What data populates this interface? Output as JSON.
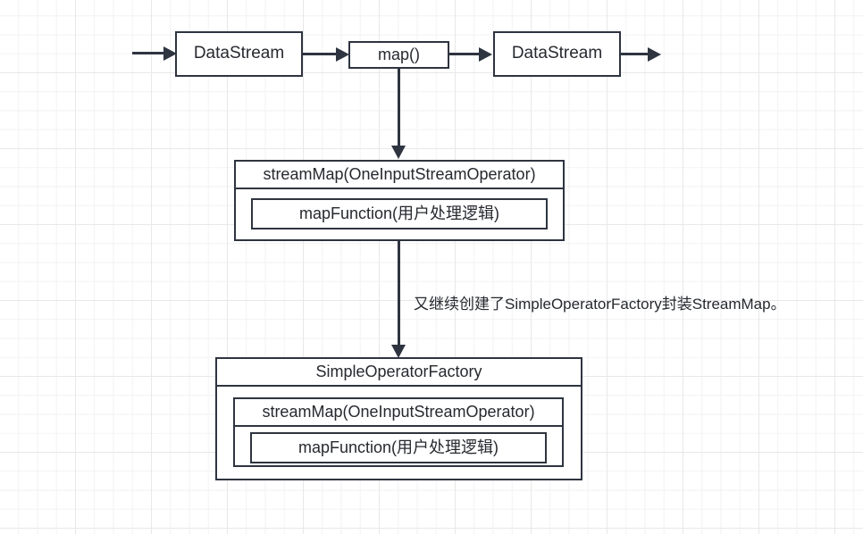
{
  "diagram": {
    "title": "Flink DataStream map() operator wrapping chain",
    "nodes": {
      "datastream_in": "DataStream",
      "map_call": "map()",
      "datastream_out": "DataStream",
      "stream_map": "streamMap(OneInputStreamOperator)",
      "map_function": "mapFunction(用户处理逻辑)",
      "operator_factory": "SimpleOperatorFactory",
      "stream_map_nested": "streamMap(OneInputStreamOperator)",
      "map_function_nested": "mapFunction(用户处理逻辑)"
    },
    "annotations": {
      "factory_note": "又继续创建了SimpleOperatorFactory封装StreamMap。"
    },
    "colors": {
      "stroke": "#2e3440",
      "text": "#26292e",
      "background": "#ffffff",
      "grid_minor": "#f2f2f2",
      "grid_major": "#e8e8e8"
    }
  }
}
